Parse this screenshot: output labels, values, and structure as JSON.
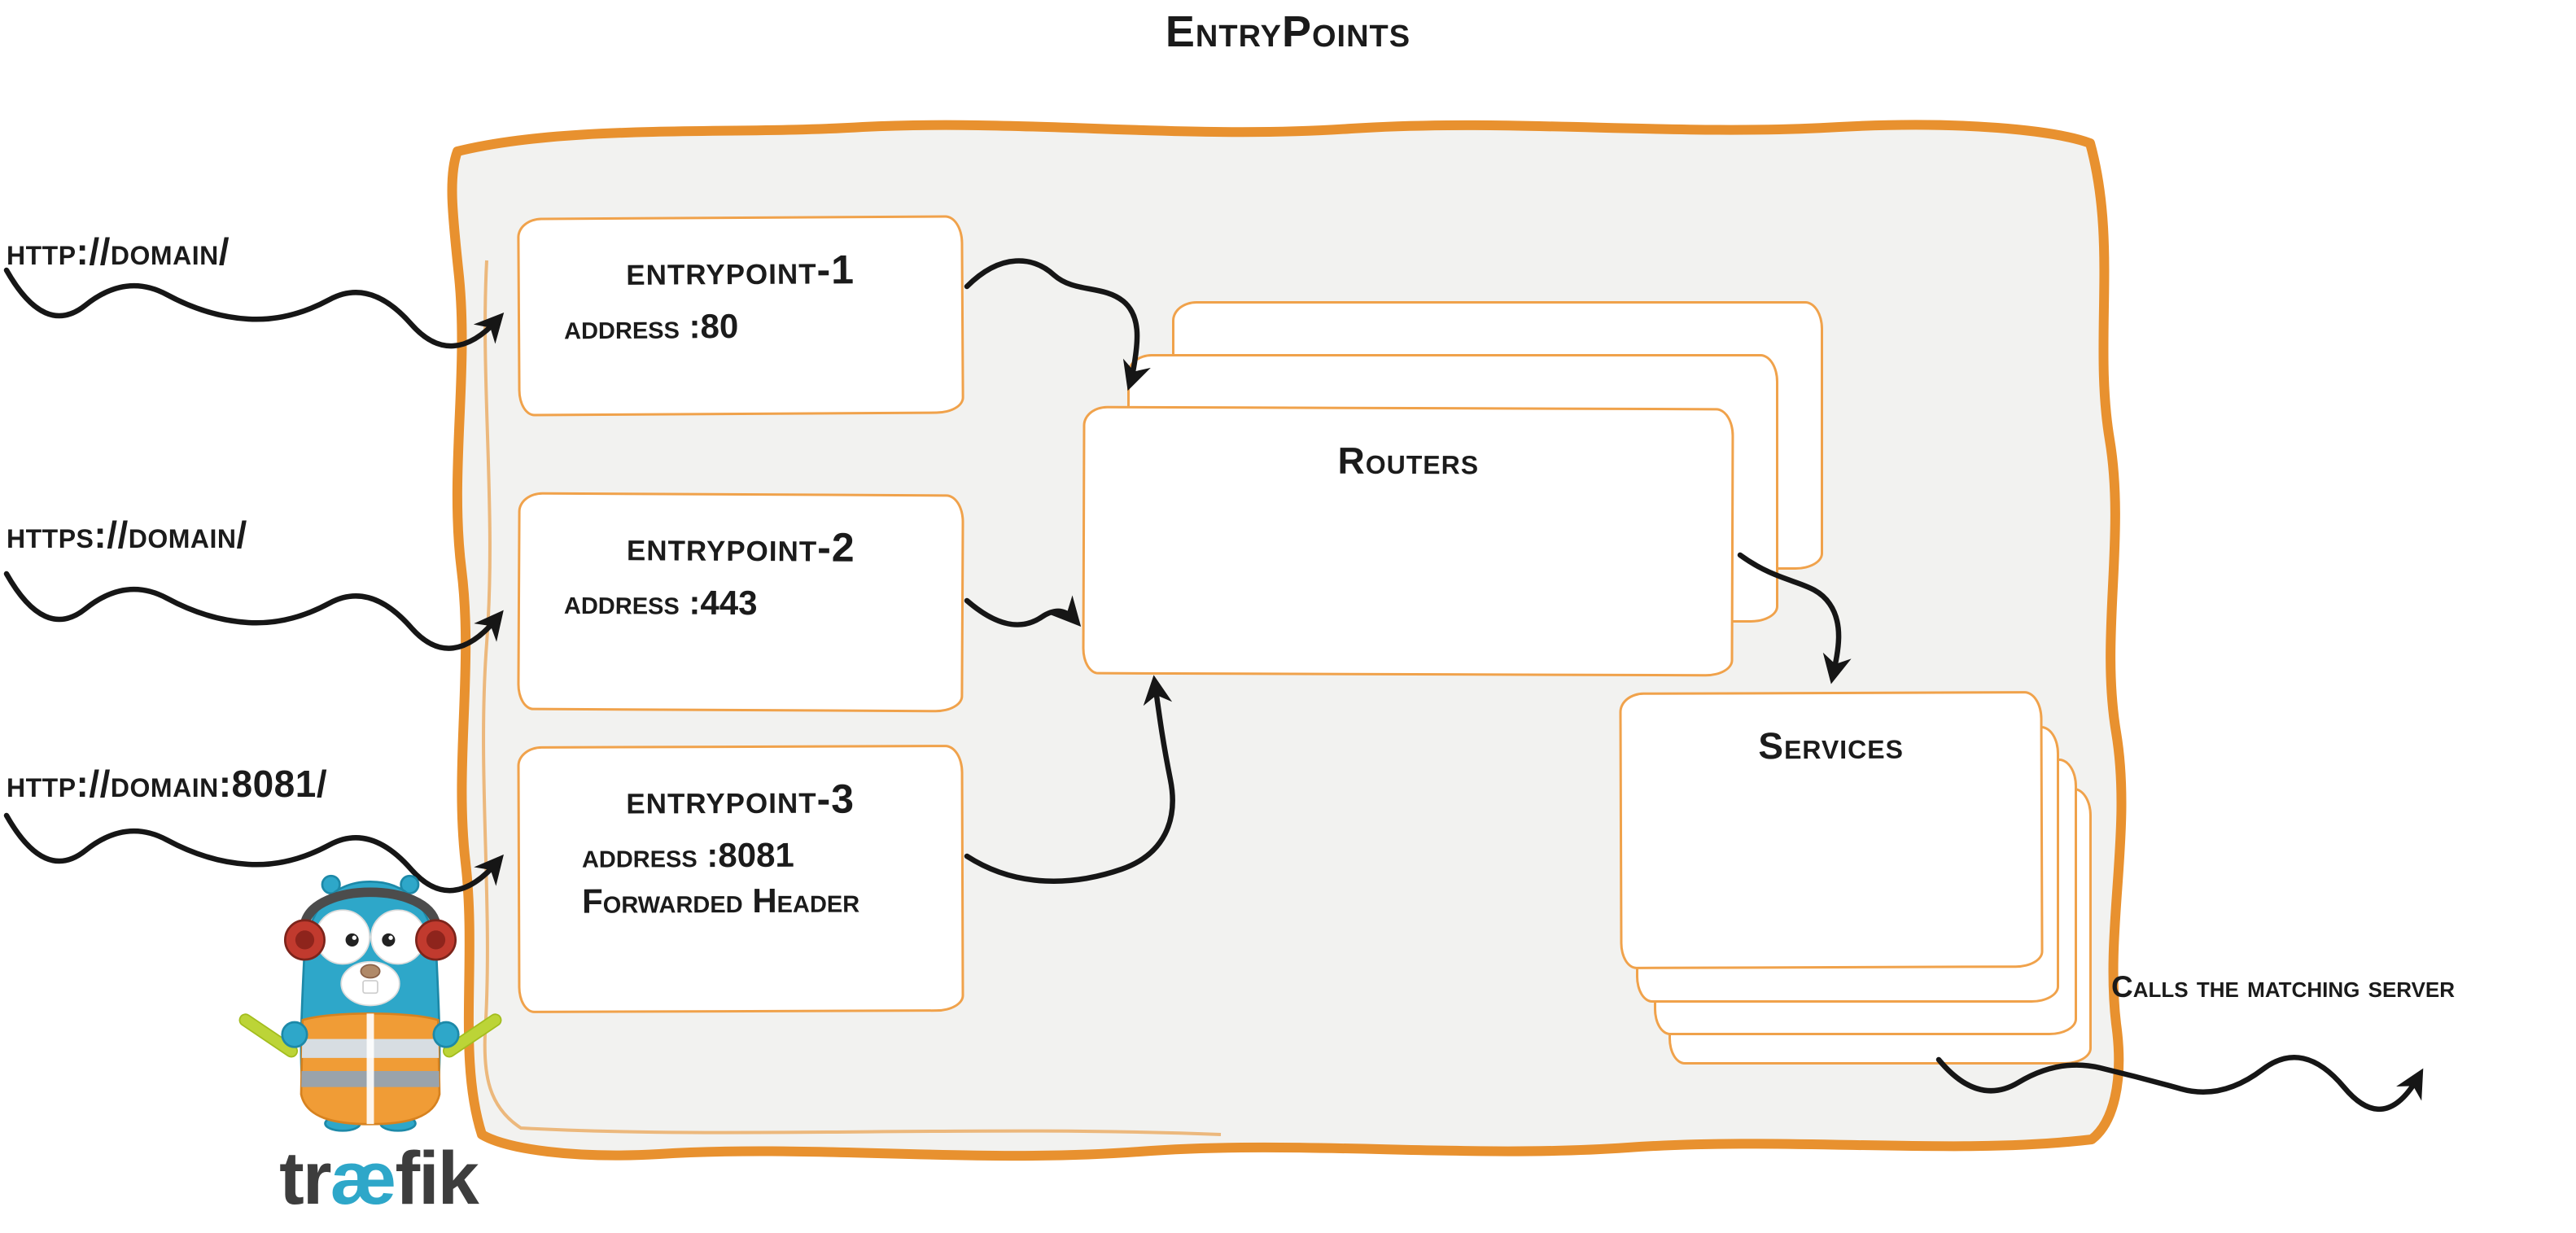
{
  "title": "EntryPoints",
  "requests": [
    {
      "label": "http://domain/"
    },
    {
      "label": "https://domain/"
    },
    {
      "label": "http://domain:8081/"
    }
  ],
  "entrypoints": [
    {
      "name": "entrypoint-1",
      "lines": [
        "address :80"
      ]
    },
    {
      "name": "entrypoint-2",
      "lines": [
        "address :443"
      ]
    },
    {
      "name": "entrypoint-3",
      "lines": [
        "address :8081",
        "Forwarded Header"
      ]
    }
  ],
  "routers": {
    "label": "Routers"
  },
  "services": {
    "label": "Services"
  },
  "outgoing": {
    "label": "Calls the matching server"
  },
  "logo": {
    "mascot": "traefik-gopher",
    "wordmark_pre": "tr",
    "wordmark_ae": "æ",
    "wordmark_post": "fik"
  },
  "colors": {
    "accent_orange": "#e8912f",
    "box_border_orange": "#f0a24b",
    "ink": "#1b1b1b",
    "panel_fill": "#f2f2f0",
    "logo_teal": "#2ea7c9",
    "logo_text": "#3d3d3d"
  }
}
